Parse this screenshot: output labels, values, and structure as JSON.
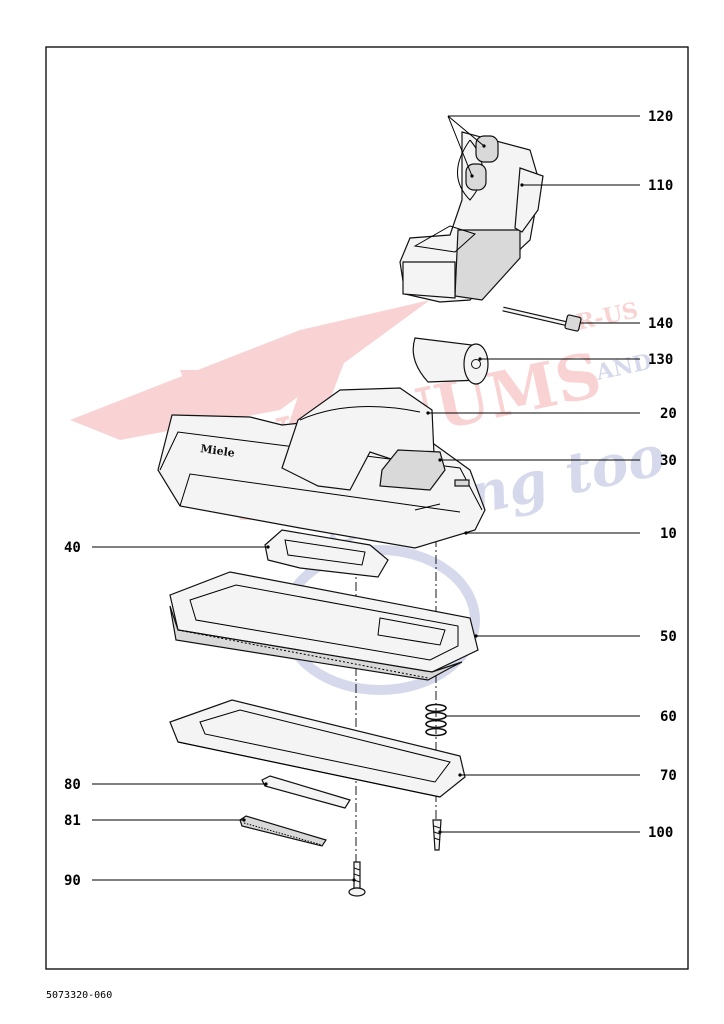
{
  "diagram": {
    "callouts": [
      {
        "id": "120",
        "label": "120"
      },
      {
        "id": "110",
        "label": "110"
      },
      {
        "id": "140",
        "label": "140"
      },
      {
        "id": "130",
        "label": "130"
      },
      {
        "id": "20",
        "label": "20"
      },
      {
        "id": "30",
        "label": "30"
      },
      {
        "id": "10",
        "label": "10"
      },
      {
        "id": "40",
        "label": "40"
      },
      {
        "id": "50",
        "label": "50"
      },
      {
        "id": "60",
        "label": "60"
      },
      {
        "id": "70",
        "label": "70"
      },
      {
        "id": "80",
        "label": "80"
      },
      {
        "id": "81",
        "label": "81"
      },
      {
        "id": "100",
        "label": "100"
      },
      {
        "id": "90",
        "label": "90"
      }
    ],
    "brand_on_part": "Miele",
    "document_number": "5073320-060"
  },
  "watermark": {
    "line1": "VACUUMS",
    "line2": "Sewing too",
    "tag_top": "R-US",
    "tag_bottom": "AND",
    "colors": {
      "red": "#e23a3a",
      "blue": "#3f53a6"
    }
  }
}
